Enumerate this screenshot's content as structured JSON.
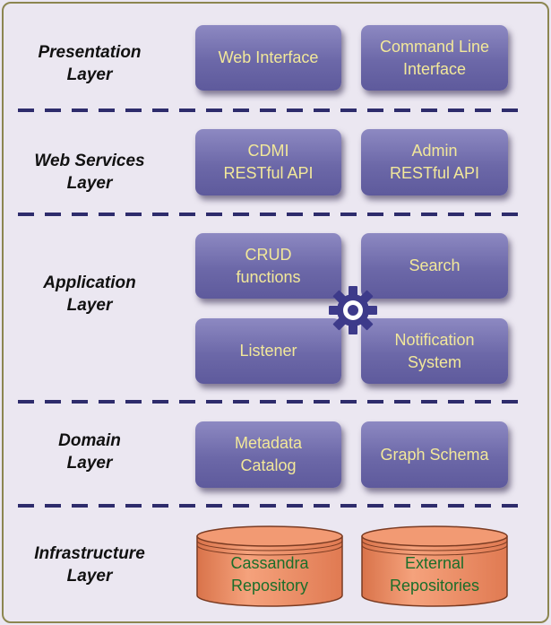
{
  "layers": {
    "presentation": [
      "Presentation",
      "Layer"
    ],
    "web_services": [
      "Web Services",
      "Layer"
    ],
    "application": [
      "Application",
      "Layer"
    ],
    "domain": [
      "Domain",
      "Layer"
    ],
    "infrastructure": [
      "Infrastructure",
      "Layer"
    ]
  },
  "boxes": {
    "web_interface": [
      "Web Interface"
    ],
    "cli": [
      "Command Line",
      "Interface"
    ],
    "cdmi": [
      "CDMI",
      "RESTful API"
    ],
    "admin": [
      "Admin",
      "RESTful API"
    ],
    "crud": [
      "CRUD",
      "functions"
    ],
    "search": [
      "Search"
    ],
    "listener": [
      "Listener"
    ],
    "notification": [
      "Notification",
      "System"
    ],
    "metadata": [
      "Metadata",
      "Catalog"
    ],
    "graph": [
      "Graph Schema"
    ]
  },
  "repositories": {
    "cassandra": [
      "Cassandra",
      "Repository"
    ],
    "external": [
      "External",
      "Repositories"
    ]
  },
  "icons": {
    "center": "gear-icon"
  },
  "colors": {
    "box_text": "#f2e89a",
    "repo_fill": "#ef8d64",
    "repo_text": "#1b6e2a",
    "divider": "#2e2c6c",
    "gear": "#3d3a8a"
  }
}
